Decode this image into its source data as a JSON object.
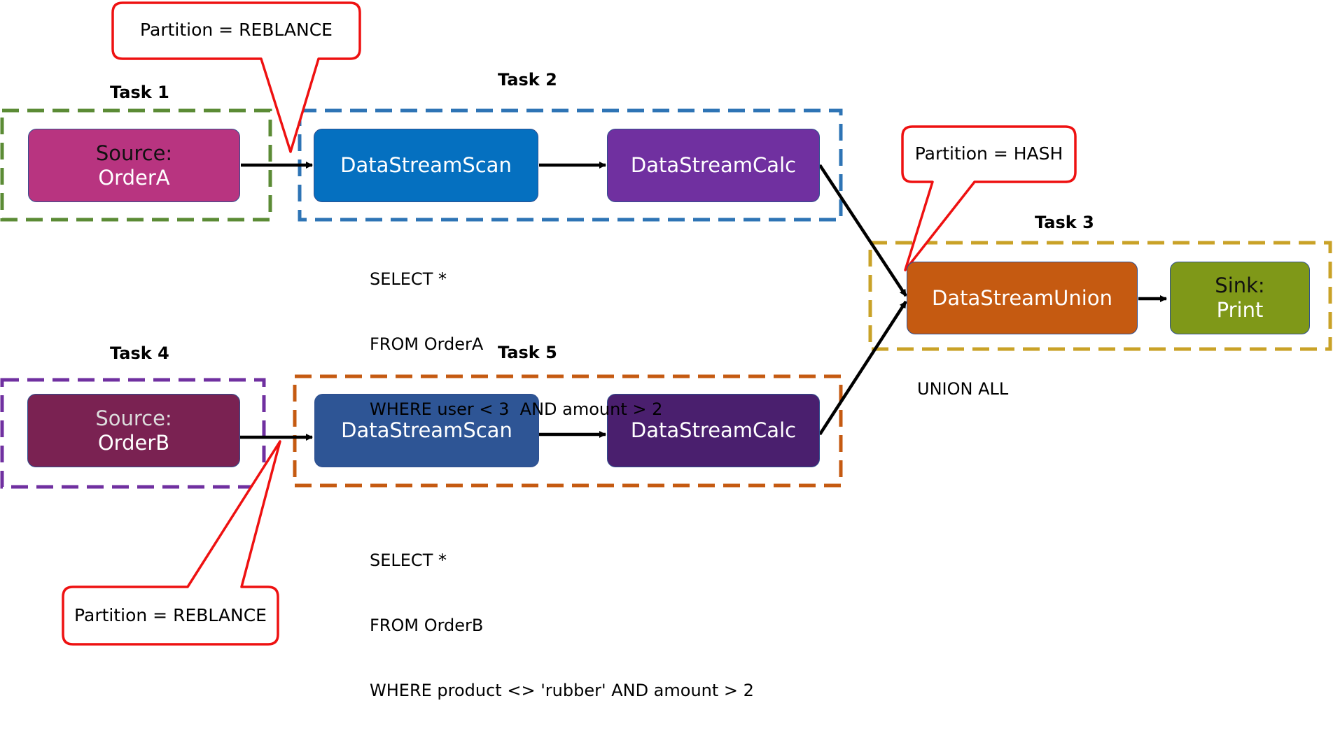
{
  "tasks": {
    "task1": "Task 1",
    "task2": "Task 2",
    "task3": "Task 3",
    "task4": "Task 4",
    "task5": "Task 5"
  },
  "nodes": {
    "source_a": {
      "line1": "Source:",
      "line2": "OrderA",
      "color": "#b83480"
    },
    "scan_a": {
      "label": "DataStreamScan",
      "color": "#0570c0"
    },
    "calc_a": {
      "label": "DataStreamCalc",
      "color": "#7030a0"
    },
    "source_b": {
      "line1": "Source:",
      "line2": "OrderB",
      "color": "#7a2252"
    },
    "scan_b": {
      "label": "DataStreamScan",
      "color": "#2e5595"
    },
    "calc_b": {
      "label": "DataStreamCalc",
      "color": "#4a1f6e"
    },
    "union": {
      "label": "DataStreamUnion",
      "color": "#c55a11"
    },
    "sink": {
      "line1": "Sink:",
      "line2": "Print",
      "color": "#7f9818"
    }
  },
  "queries": {
    "query_a": [
      "SELECT *",
      "FROM OrderA",
      "WHERE user < 3  AND amount > 2"
    ],
    "query_b": [
      "SELECT *",
      "FROM OrderB",
      "WHERE product <> 'rubber' AND amount > 2"
    ],
    "union": "UNION ALL"
  },
  "callouts": {
    "top": "Partition = REBLANCE",
    "hash": "Partition = HASH",
    "bottom": "Partition = REBLANCE"
  },
  "colors": {
    "task1_border": "#5b8b35",
    "task2_border": "#2e74b5",
    "task3_border": "#c9a227",
    "task4_border": "#7030a0",
    "task5_border": "#c55a11",
    "callout_border": "#ee1111",
    "arrow": "#000000"
  }
}
